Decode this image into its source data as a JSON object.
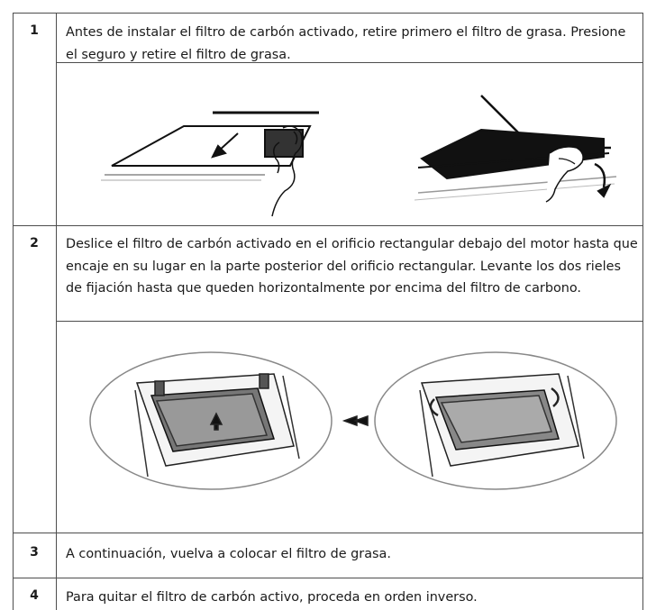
{
  "steps": [
    {
      "number": "1",
      "text": "Antes de instalar el filtro de carbón activado, retire primero el filtro de grasa. Presione el seguro y retire el filtro de grasa."
    },
    {
      "number": "2",
      "text": "Deslice el filtro de carbón activado en el orificio rectangular debajo del motor hasta que encaje en su lugar en la parte posterior del orificio rectangular. Levante los dos rieles de fijación hasta que queden horizontalmente por encima del filtro de carbono."
    },
    {
      "number": "3",
      "text": "A continuación, vuelva a colocar el filtro de grasa."
    },
    {
      "number": "4",
      "text": "Para quitar el filtro de carbón activo, proceda en orden inverso."
    }
  ]
}
